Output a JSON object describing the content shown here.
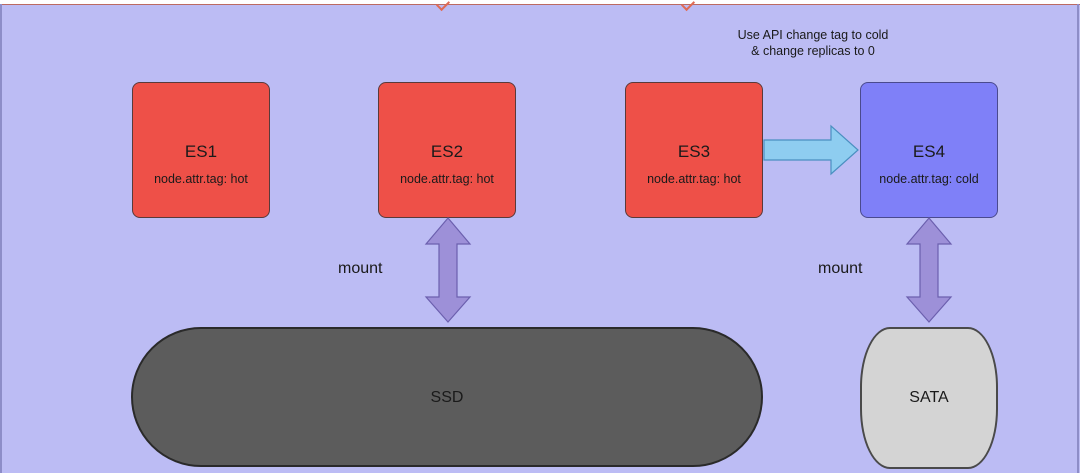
{
  "nodes": [
    {
      "name": "ES1",
      "tag": "node.attr.tag: hot"
    },
    {
      "name": "ES2",
      "tag": "node.attr.tag: hot"
    },
    {
      "name": "ES3",
      "tag": "node.attr.tag: hot"
    },
    {
      "name": "ES4",
      "tag": "node.attr.tag: cold"
    }
  ],
  "note": {
    "line1": "Use API change tag to cold",
    "line2": "& change replicas to 0"
  },
  "mount_label": "mount",
  "disks": {
    "ssd": "SSD",
    "sata": "SATA"
  },
  "colors": {
    "background": "#bcbcf4",
    "hot_node": "#ee5048",
    "cold_node": "#7f80f8",
    "ssd": "#5c5c5c",
    "sata": "#d4d4d4",
    "mount_arrow": "#9d90d8",
    "transition_arrow": "#8ecdf0"
  }
}
